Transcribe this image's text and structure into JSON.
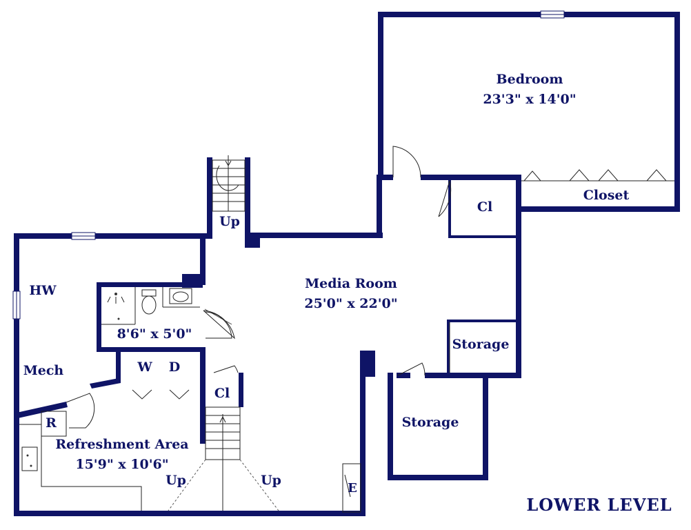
{
  "plan_title": "LOWER LEVEL",
  "rooms": {
    "bedroom": {
      "name": "Bedroom",
      "dims": "23'3\" x 14'0\""
    },
    "closet": {
      "name": "Closet"
    },
    "media_room": {
      "name": "Media Room",
      "dims": "25'0\" x 22'0\""
    },
    "closet_media": {
      "name": "Cl"
    },
    "storage_east": {
      "name": "Storage"
    },
    "storage_south": {
      "name": "Storage"
    },
    "bath": {
      "dims": "8'6\" x 5'0\""
    },
    "hw": {
      "name": "HW"
    },
    "mech": {
      "name": "Mech"
    },
    "washer": {
      "name": "W"
    },
    "dryer": {
      "name": "D"
    },
    "closet_stair": {
      "name": "Cl"
    },
    "fridge": {
      "name": "R"
    },
    "refreshment": {
      "name": "Refreshment Area",
      "dims": "15'9\" x 10'6\""
    },
    "elevator": {
      "name": "E"
    }
  },
  "stairs": {
    "top_up": "Up",
    "left_up": "Up",
    "right_up": "Up"
  },
  "colors": {
    "wall": "#0f1466",
    "text": "#0f1466",
    "background": "#ffffff"
  }
}
